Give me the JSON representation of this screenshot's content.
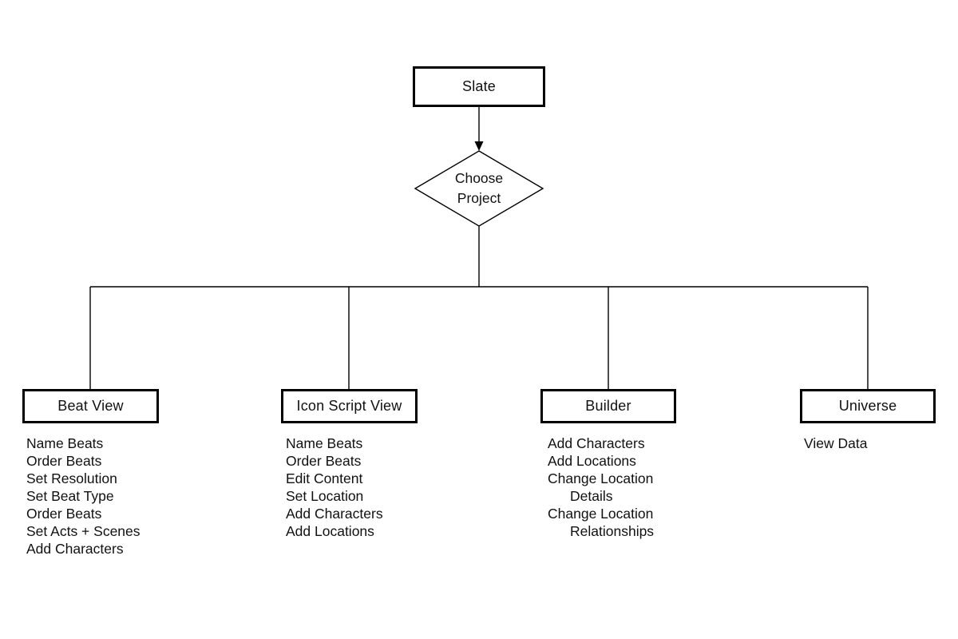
{
  "diagram": {
    "colors": {
      "line": "#000000",
      "background": "#ffffff",
      "text": "#111111"
    },
    "root": {
      "label": "Slate"
    },
    "decision": {
      "label_line1": "Choose",
      "label_line2": "Project"
    },
    "branches": [
      {
        "title": "Beat View",
        "items": [
          "Name Beats",
          "Order Beats",
          "Set Resolution",
          "Set Beat Type",
          "Order Beats",
          "Set Acts + Scenes",
          "Add Characters"
        ]
      },
      {
        "title": "Icon Script View",
        "items": [
          "Name Beats",
          "Order Beats",
          "Edit Content",
          "Set Location",
          "Add Characters",
          "Add Locations"
        ]
      },
      {
        "title": "Builder",
        "items": [
          "Add Characters",
          "Add Locations",
          "Change Location",
          "Details",
          "Change Location",
          "Relationships"
        ]
      },
      {
        "title": "Universe",
        "items": [
          "View Data"
        ]
      }
    ]
  }
}
